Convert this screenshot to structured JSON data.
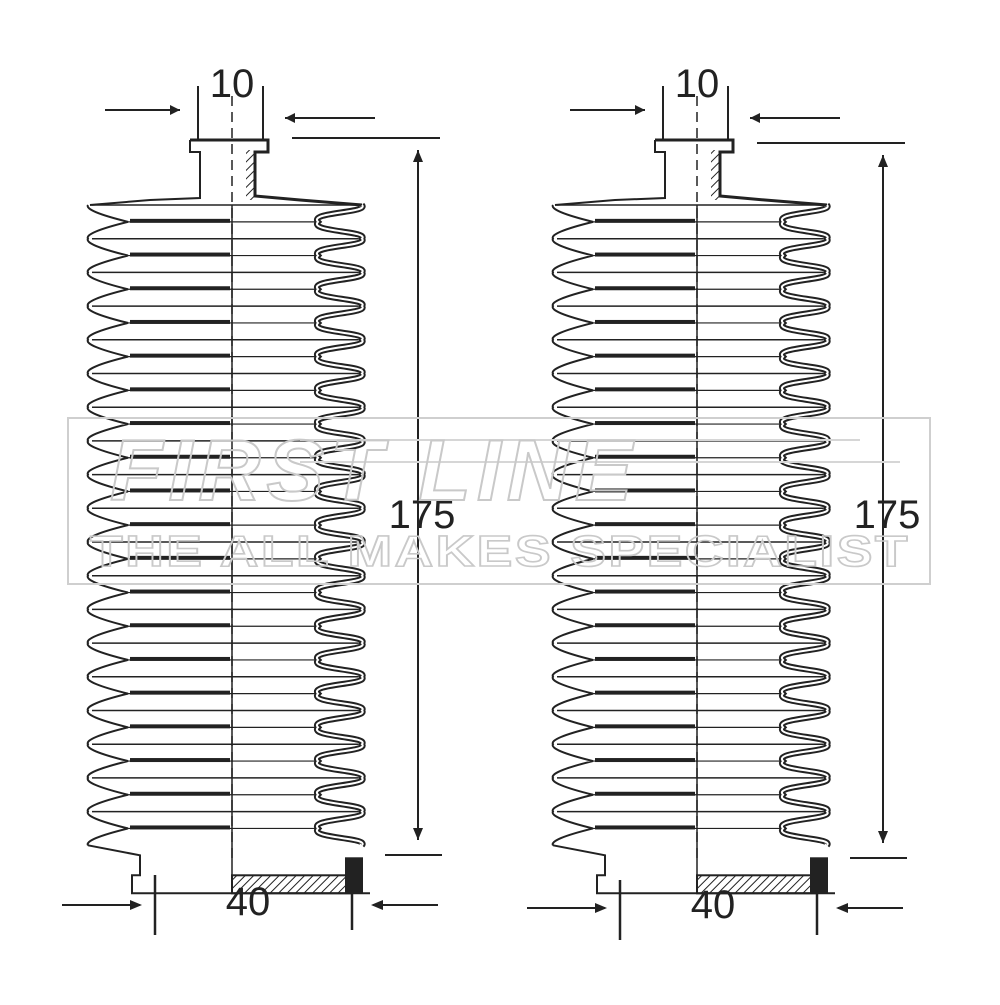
{
  "watermark": {
    "title": "FIRST LINE",
    "subtitle": "THE ALL MAKES SPECIALIST"
  },
  "boots": [
    {
      "top_dimension": "10",
      "height_dimension": "175",
      "bottom_dimension": "40"
    },
    {
      "top_dimension": "10",
      "height_dimension": "175",
      "bottom_dimension": "40"
    }
  ],
  "colors": {
    "line": "#222222",
    "watermark": "#c9c9c9"
  }
}
